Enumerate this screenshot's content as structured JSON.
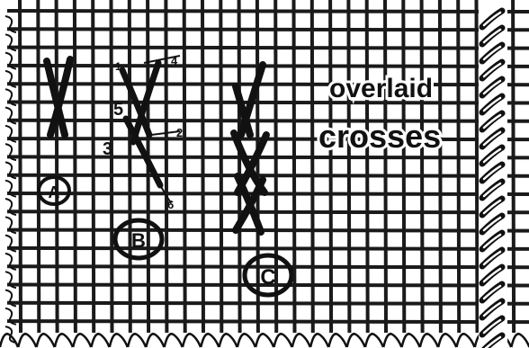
{
  "diagram": {
    "caption_line1": "overlaid",
    "caption_line2": "crosses",
    "labels": {
      "a": "A",
      "b": "B",
      "c": "C"
    },
    "step_numbers": {
      "n1": "1",
      "n2": "2",
      "n3": "3",
      "n4": "4",
      "n5": "5",
      "n6": "6"
    }
  },
  "colors": {
    "ink": "#111111",
    "grid": "#1a1a1a",
    "paper": "#ffffff"
  }
}
